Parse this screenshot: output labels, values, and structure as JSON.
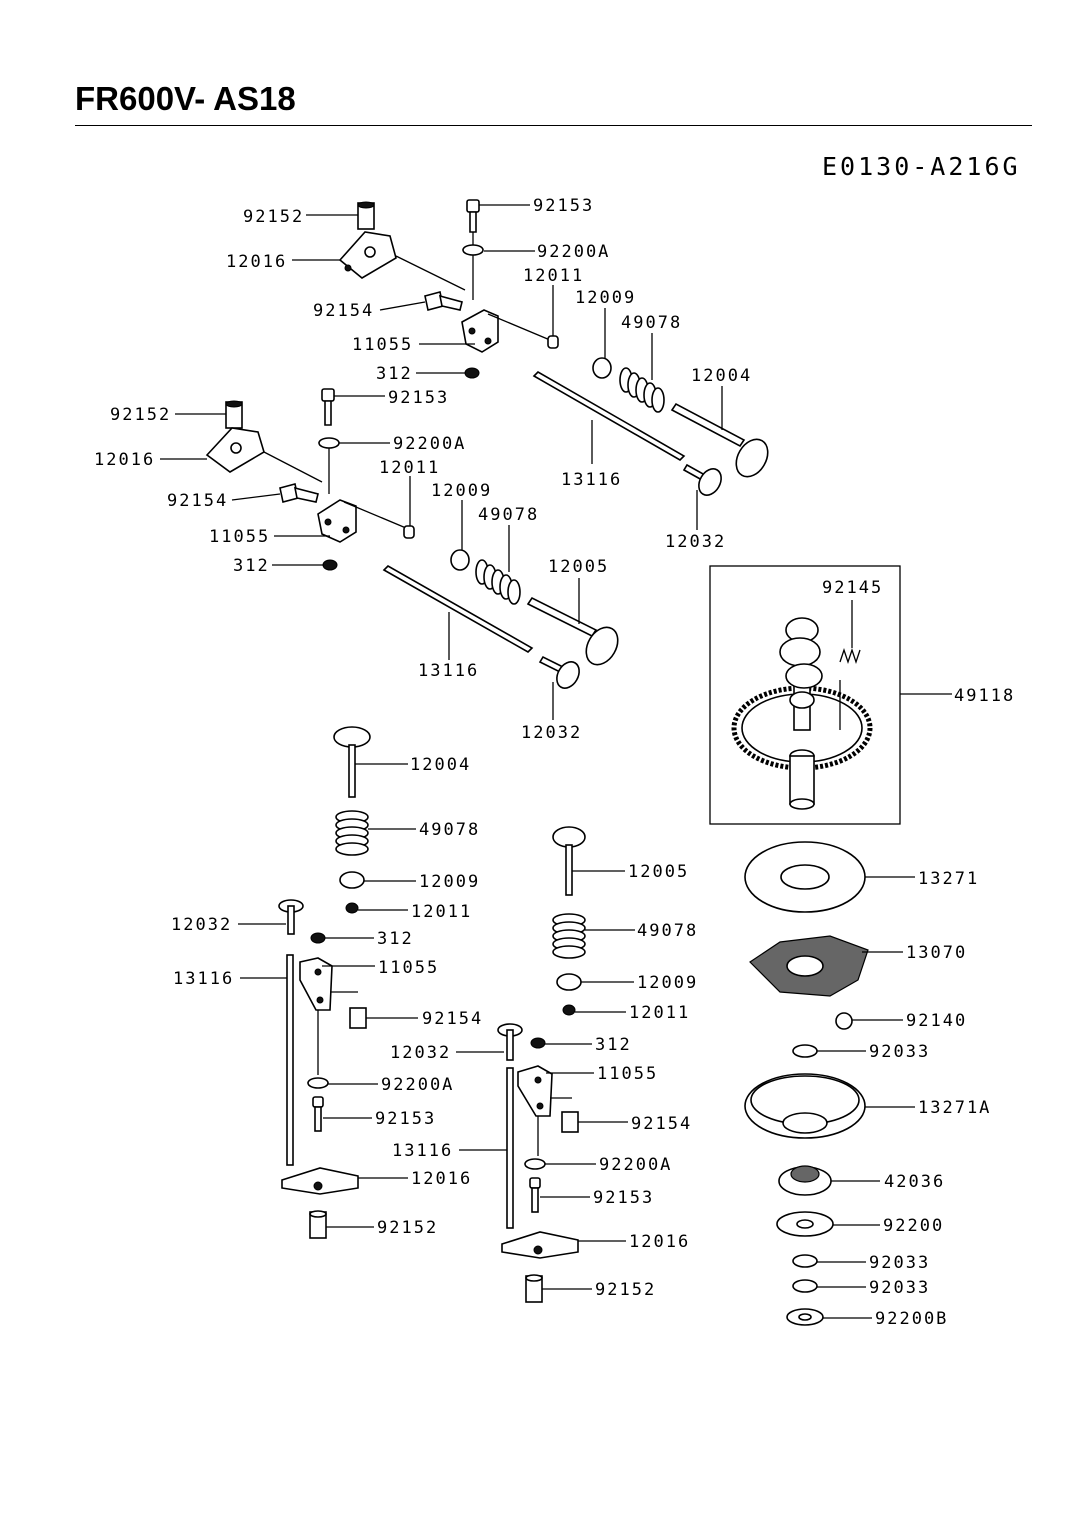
{
  "header": {
    "title": "FR600V- AS18",
    "diagram_code": "E0130-A216G"
  },
  "callouts": [
    {
      "id": "c1",
      "text": "92152"
    },
    {
      "id": "c2",
      "text": "12016"
    },
    {
      "id": "c3",
      "text": "92153"
    },
    {
      "id": "c4",
      "text": "92200A"
    },
    {
      "id": "c5",
      "text": "12011"
    },
    {
      "id": "c6",
      "text": "12009"
    },
    {
      "id": "c7",
      "text": "49078"
    },
    {
      "id": "c8",
      "text": "92154"
    },
    {
      "id": "c9",
      "text": "11055"
    },
    {
      "id": "c10",
      "text": "312"
    },
    {
      "id": "c11",
      "text": "12004"
    },
    {
      "id": "c12",
      "text": "92152"
    },
    {
      "id": "c13",
      "text": "92153"
    },
    {
      "id": "c14",
      "text": "92200A"
    },
    {
      "id": "c15",
      "text": "12016"
    },
    {
      "id": "c16",
      "text": "12011"
    },
    {
      "id": "c17",
      "text": "13116"
    },
    {
      "id": "c18",
      "text": "12009"
    },
    {
      "id": "c19",
      "text": "49078"
    },
    {
      "id": "c20",
      "text": "92154"
    },
    {
      "id": "c21",
      "text": "12032"
    },
    {
      "id": "c22",
      "text": "11055"
    },
    {
      "id": "c23",
      "text": "312"
    },
    {
      "id": "c24",
      "text": "12005"
    },
    {
      "id": "c25",
      "text": "92145"
    },
    {
      "id": "c26",
      "text": "13116"
    },
    {
      "id": "c27",
      "text": "49118"
    },
    {
      "id": "c28",
      "text": "12032"
    },
    {
      "id": "c29",
      "text": "12004"
    },
    {
      "id": "c30",
      "text": "49078"
    },
    {
      "id": "c31",
      "text": "12005"
    },
    {
      "id": "c32",
      "text": "13271"
    },
    {
      "id": "c33",
      "text": "12009"
    },
    {
      "id": "c34",
      "text": "12011"
    },
    {
      "id": "c35",
      "text": "12032"
    },
    {
      "id": "c36",
      "text": "312"
    },
    {
      "id": "c37",
      "text": "49078"
    },
    {
      "id": "c38",
      "text": "13070"
    },
    {
      "id": "c39",
      "text": "11055"
    },
    {
      "id": "c40",
      "text": "13116"
    },
    {
      "id": "c41",
      "text": "12009"
    },
    {
      "id": "c42",
      "text": "12011"
    },
    {
      "id": "c43",
      "text": "92140"
    },
    {
      "id": "c44",
      "text": "92154"
    },
    {
      "id": "c45",
      "text": "312"
    },
    {
      "id": "c46",
      "text": "12032"
    },
    {
      "id": "c47",
      "text": "92033"
    },
    {
      "id": "c48",
      "text": "11055"
    },
    {
      "id": "c49",
      "text": "92200A"
    },
    {
      "id": "c50",
      "text": "13271A"
    },
    {
      "id": "c51",
      "text": "92153"
    },
    {
      "id": "c52",
      "text": "92154"
    },
    {
      "id": "c53",
      "text": "13116"
    },
    {
      "id": "c54",
      "text": "92200A"
    },
    {
      "id": "c55",
      "text": "12016"
    },
    {
      "id": "c56",
      "text": "42036"
    },
    {
      "id": "c57",
      "text": "92153"
    },
    {
      "id": "c58",
      "text": "92152"
    },
    {
      "id": "c59",
      "text": "92200"
    },
    {
      "id": "c60",
      "text": "12016"
    },
    {
      "id": "c61",
      "text": "92033"
    },
    {
      "id": "c62",
      "text": "92152"
    },
    {
      "id": "c63",
      "text": "92033"
    },
    {
      "id": "c64",
      "text": "92200B"
    }
  ]
}
